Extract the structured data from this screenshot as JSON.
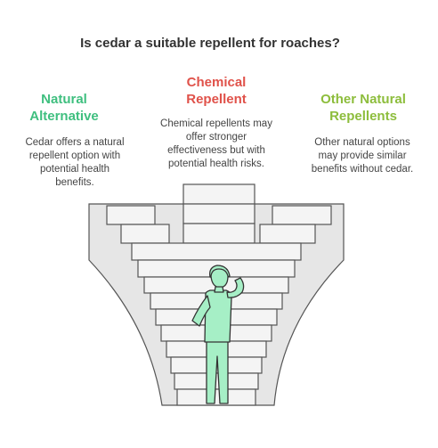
{
  "title": "Is cedar a suitable repellent for roaches?",
  "options": {
    "natural_alternative": {
      "heading": [
        "Natural",
        "Alternative"
      ],
      "description": [
        "Cedar offers a natural",
        "repellent option with",
        "potential health",
        "benefits."
      ],
      "color": "#3fbf7f"
    },
    "chemical_repellent": {
      "heading": [
        "Chemical",
        "Repellent"
      ],
      "description": [
        "Chemical repellents may",
        "offer stronger",
        "effectiveness but with",
        "potential health risks."
      ],
      "color": "#e0524a"
    },
    "other_natural_repellents": {
      "heading": [
        "Other Natural",
        "Repellents"
      ],
      "description": [
        "Other natural options",
        "may provide similar",
        "benefits without cedar."
      ],
      "color": "#8dbd3c"
    }
  },
  "colors": {
    "structure_fill": "#e6e6e6",
    "step_fill": "#f4f4f4",
    "outline": "#555555",
    "person_fill": "#a6efc6",
    "person_outline": "#333333"
  }
}
